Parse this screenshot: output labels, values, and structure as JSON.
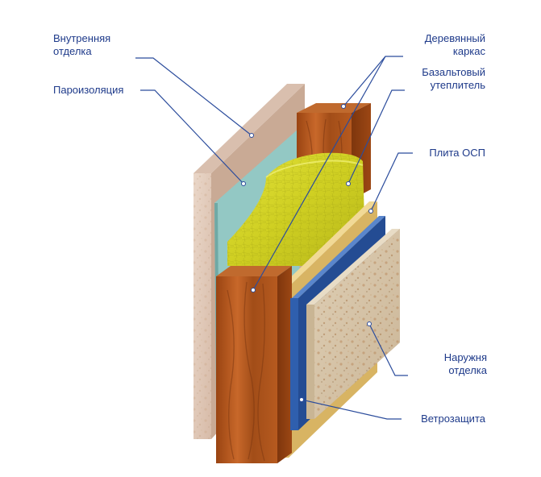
{
  "labels": {
    "inner_finish": "Внутренняя\nотделка",
    "vapor_barrier": "Пароизоляция",
    "wood_frame": "Деревянный\nкаркас",
    "basalt_insulation": "Базальтовый\nутеплитель",
    "osb_board": "Плита ОСП",
    "outer_finish": "Наружня\nотделка",
    "wind_barrier": "Ветрозащита"
  },
  "colors": {
    "label_text": "#1e3a8a",
    "leader_line": "#2b4c9c",
    "inner_finish": "#e6cdbf",
    "vapor_barrier": "#93c8c4",
    "wood": "#b5561c",
    "insulation": "#d8d82a",
    "osb": "#e8c977",
    "wind_barrier": "#2f5fae",
    "outer_finish": "#d9c7a8"
  }
}
